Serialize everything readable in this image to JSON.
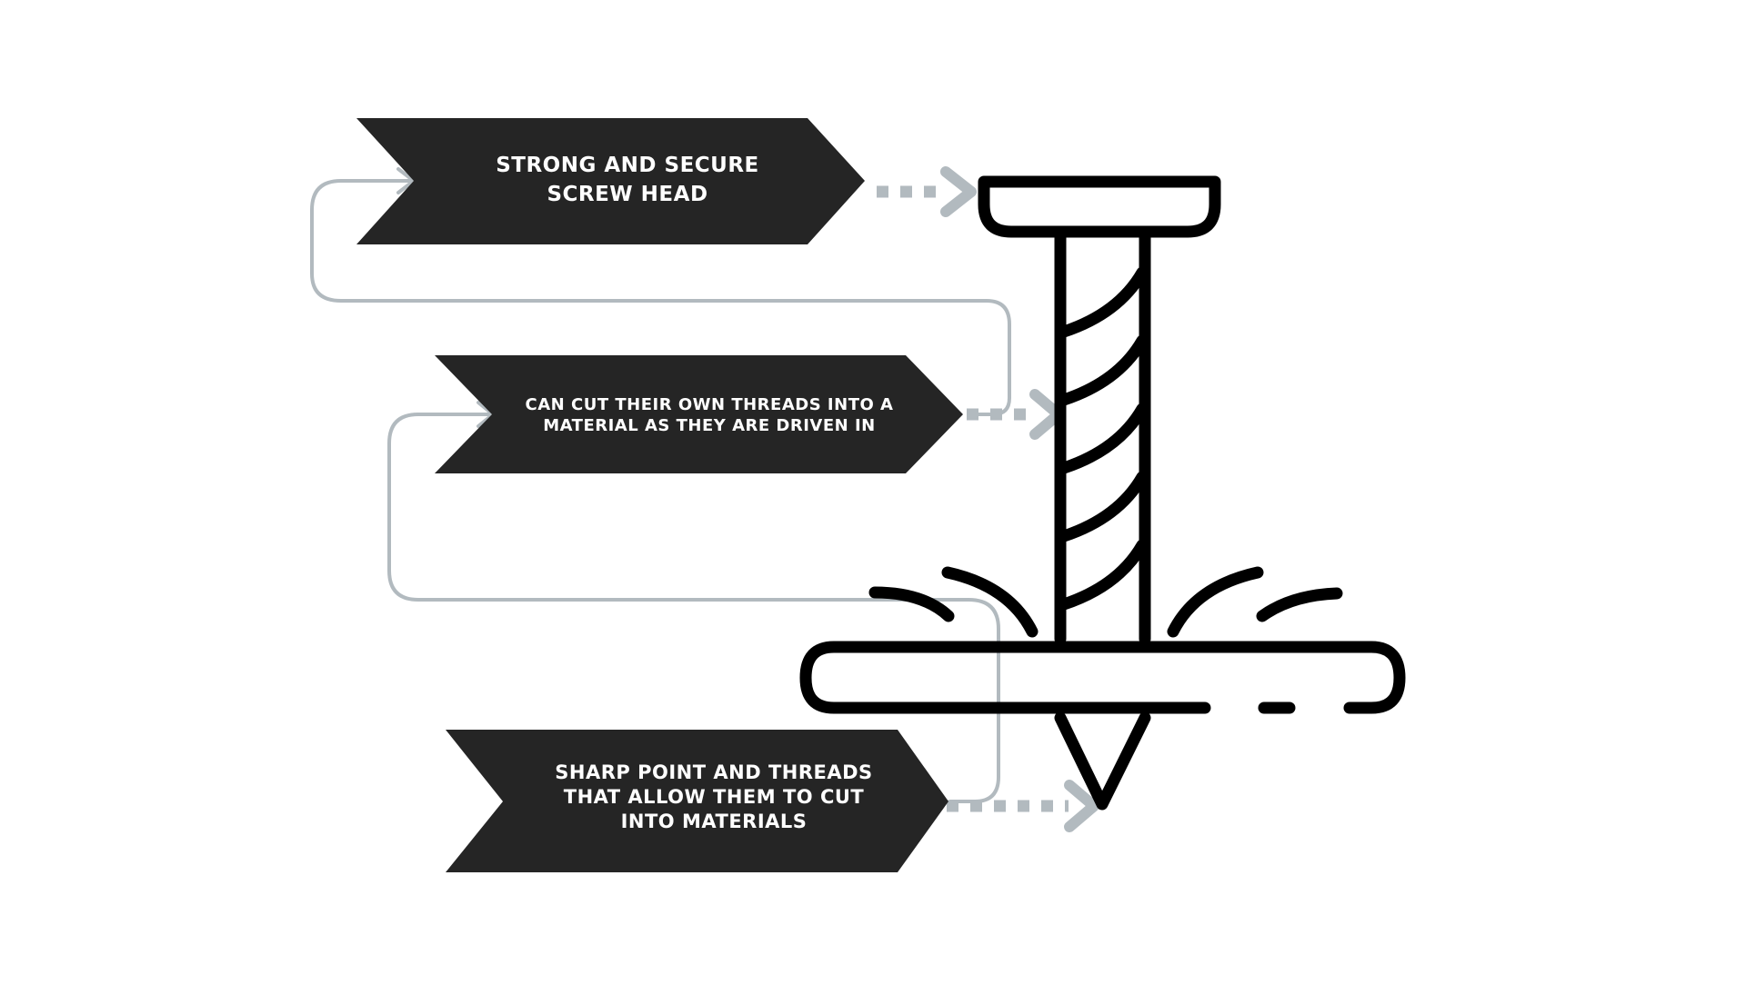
{
  "diagram": {
    "colors": {
      "banner_fill": "#252525",
      "banner_text": "#ffffff",
      "connector": "#b2babf",
      "screw_stroke": "#000000",
      "background": "#ffffff"
    },
    "labels": [
      {
        "id": "screw-head",
        "lines": [
          "STRONG AND SECURE",
          "SCREW HEAD"
        ]
      },
      {
        "id": "threads",
        "lines": [
          "CAN CUT THEIR OWN THREADS INTO A",
          "MATERIAL AS THEY ARE DRIVEN IN"
        ]
      },
      {
        "id": "point",
        "lines": [
          "SHARP POINT AND THREADS",
          "THAT ALLOW THEM TO CUT",
          "INTO MATERIALS"
        ]
      }
    ],
    "icons": {
      "screw": "screw-driven-into-surface-icon"
    }
  }
}
